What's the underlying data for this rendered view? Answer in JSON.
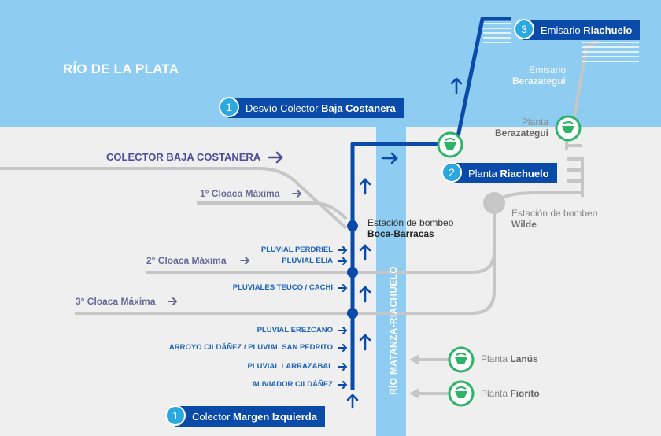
{
  "river_label": "RÍO DE LA PLATA",
  "river_matanza_label": "RÍO MATANZA-RIACHUELO",
  "badges": {
    "emisario": {
      "num": "3",
      "pre": "Emisario ",
      "strong": "Riachuelo"
    },
    "desvio": {
      "num": "1",
      "pre": "Desvío Colector ",
      "strong": "Baja Costanera"
    },
    "planta": {
      "num": "2",
      "pre": "Planta ",
      "strong": "Riachuelo"
    },
    "margen": {
      "num": "1",
      "pre": "Colector ",
      "strong": "Margen Izquierda"
    }
  },
  "emisario_berazategui": {
    "pre": "Emisario",
    "strong": "Berazategui"
  },
  "planta_berazategui": {
    "pre": "Planta",
    "strong": "Berazategui"
  },
  "collector_baja": "COLECTOR BAJA COSTANERA",
  "cloacas": {
    "primera": "1° Cloaca Máxima",
    "segunda": "2° Cloaca Máxima",
    "tercera": "3° Cloaca Máxima"
  },
  "estacion_boca": {
    "pre": "Estación de bombeo",
    "strong": "Boca-Barracas"
  },
  "estacion_wilde": {
    "pre": "Estación de bombeo",
    "strong": "Wilde"
  },
  "pluviales": [
    "PLUVIAL PERDRIEL",
    "PLUVIAL ELÍA",
    "PLUVIALES TEUCO / CACHI",
    "PLUVIAL EREZCANO",
    "ARROYO CILDÁÑEZ / PLUVIAL SAN PEDRITO",
    "PLUVIAL LARRAZABAL",
    "ALIVIADOR CILDÁÑEZ"
  ],
  "plantas": {
    "lanus": {
      "pre": "Planta ",
      "strong": "Lanús"
    },
    "fiorito": {
      "pre": "Planta ",
      "strong": "Fiorito"
    }
  },
  "colors": {
    "water": "#8ecdf1",
    "land": "#efefef",
    "collector_blue": "#0a4aa8",
    "gray_line": "#c6c6c6",
    "plant_green": "#2db36a",
    "badge_circle": "#2aa8e0"
  }
}
